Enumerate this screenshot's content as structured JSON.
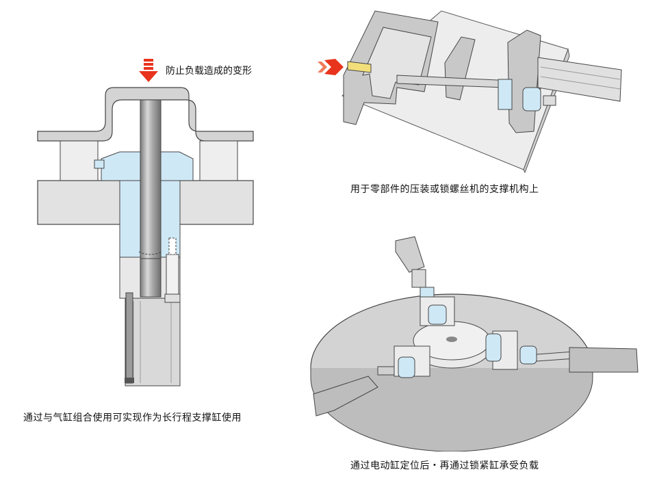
{
  "annotations": {
    "load_arrow_label": "防止负载造成的变形"
  },
  "captions": {
    "left_panel": "通过与气缸组合使用可实现作为长行程支撑缸使用",
    "top_right_panel": "用于零部件的压装或锁螺丝机的支撑机构上",
    "bottom_right_panel": "通过电动缸定位后・再通过锁紧缸承受负载"
  },
  "colors": {
    "accent_blue": "#cfe8f6",
    "load_arrow_red": "#e8341c",
    "gray_part": "#c8c8c8",
    "dark_outline": "#444444"
  }
}
